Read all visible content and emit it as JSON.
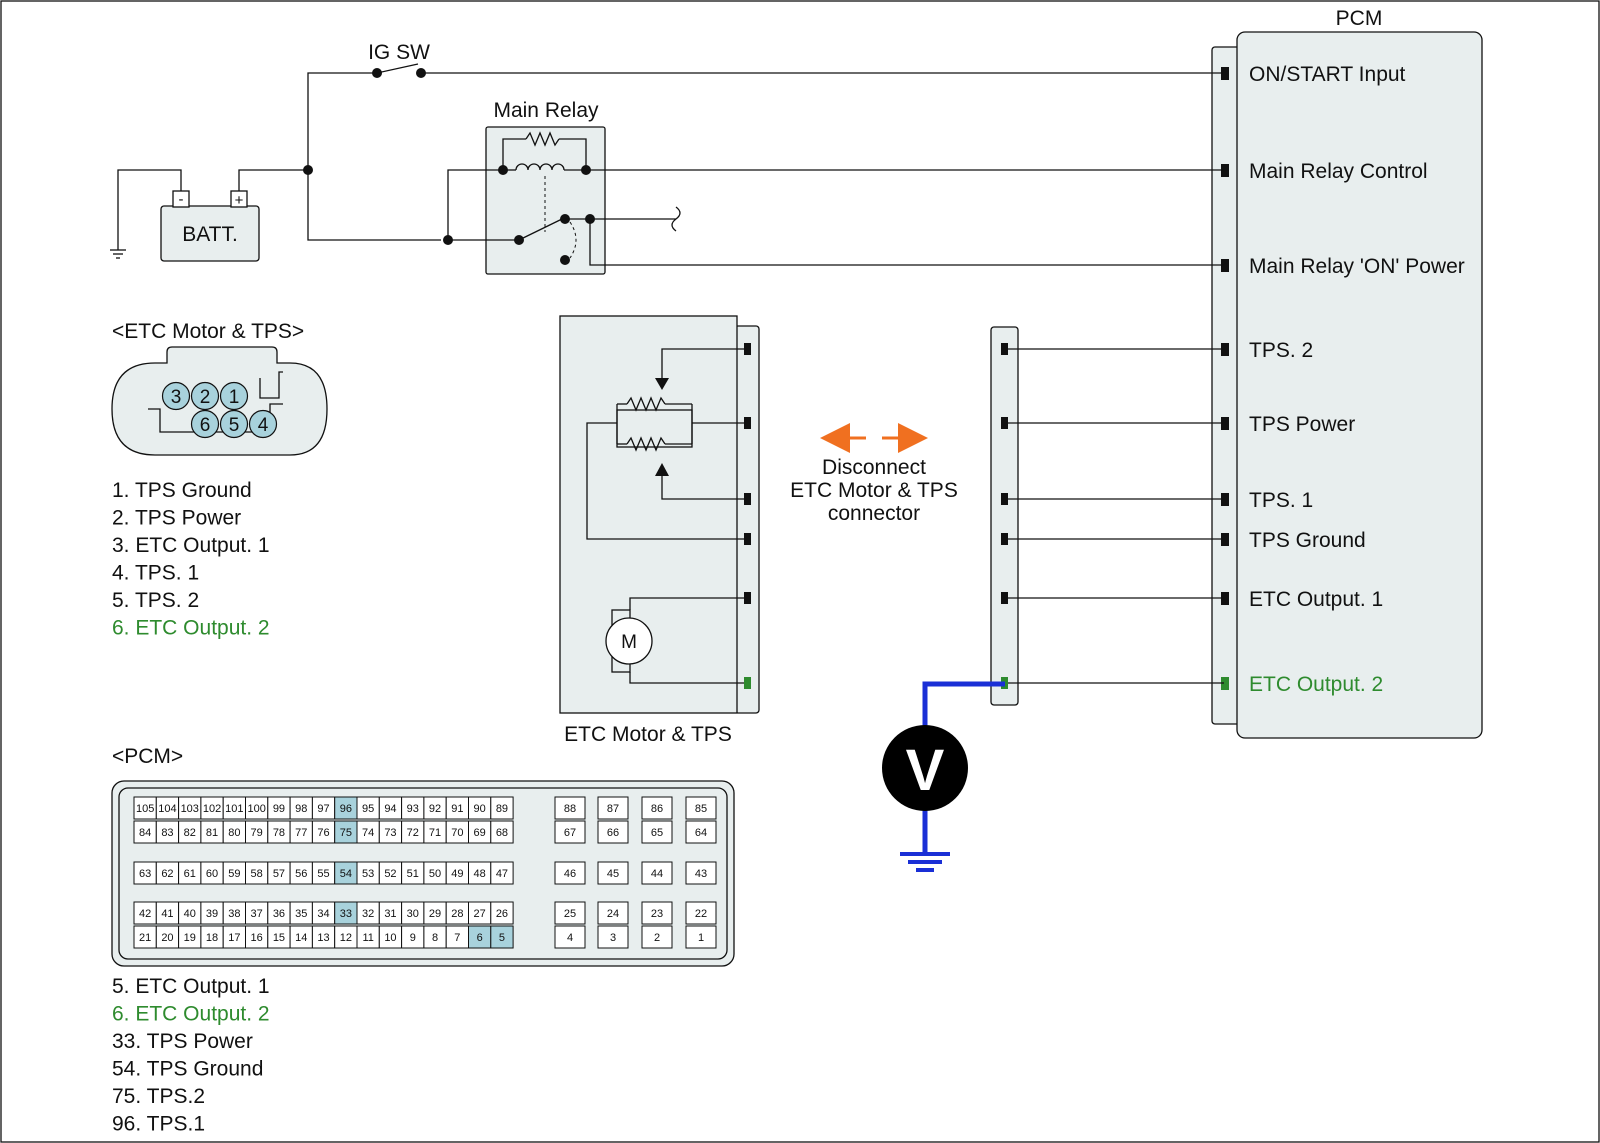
{
  "colors": {
    "background": "#ffffff",
    "panel_fill": "#e8eeee",
    "pin_highlight": "#a8d2dc",
    "highlight_text": "#2e8b2e",
    "arrow": "#f07020",
    "probe_wire": "#1a2fd6",
    "meter": "#000000"
  },
  "switch": {
    "label": "IG SW"
  },
  "relay": {
    "label": "Main Relay"
  },
  "battery": {
    "label": "BATT.",
    "neg": "-",
    "pos": "+"
  },
  "pcm": {
    "title": "PCM",
    "pins": [
      {
        "label": "ON/START Input",
        "highlight": false
      },
      {
        "label": "Main Relay Control",
        "highlight": false
      },
      {
        "label": "Main Relay 'ON' Power",
        "highlight": false
      },
      {
        "label": "TPS. 2",
        "highlight": false
      },
      {
        "label": "TPS Power",
        "highlight": false
      },
      {
        "label": "TPS. 1",
        "highlight": false
      },
      {
        "label": "TPS Ground",
        "highlight": false
      },
      {
        "label": "ETC Output. 1",
        "highlight": false
      },
      {
        "label": "ETC Output. 2",
        "highlight": true
      }
    ]
  },
  "etc_module": {
    "label": "ETC Motor & TPS",
    "motor": "M"
  },
  "disconnect": {
    "lines": [
      "Disconnect",
      "ETC Motor & TPS",
      "connector"
    ]
  },
  "meter": {
    "symbol": "V"
  },
  "etc_connector": {
    "title": "<ETC Motor & TPS>",
    "pins": [
      "3",
      "2",
      "1",
      "6",
      "5",
      "4"
    ],
    "legend": [
      {
        "text": "1. TPS Ground",
        "highlight": false
      },
      {
        "text": "2. TPS Power",
        "highlight": false
      },
      {
        "text": "3. ETC Output. 1",
        "highlight": false
      },
      {
        "text": "4. TPS. 1",
        "highlight": false
      },
      {
        "text": "5. TPS. 2",
        "highlight": false
      },
      {
        "text": "6. ETC Output. 2",
        "highlight": true
      }
    ]
  },
  "pcm_connector": {
    "title": "<PCM>",
    "rows": [
      [
        "105",
        "104",
        "103",
        "102",
        "101",
        "100",
        "99",
        "98",
        "97",
        "96",
        "95",
        "94",
        "93",
        "92",
        "91",
        "90",
        "89"
      ],
      [
        "84",
        "83",
        "82",
        "81",
        "80",
        "79",
        "78",
        "77",
        "76",
        "75",
        "74",
        "73",
        "72",
        "71",
        "70",
        "69",
        "68"
      ],
      [
        "63",
        "62",
        "61",
        "60",
        "59",
        "58",
        "57",
        "56",
        "55",
        "54",
        "53",
        "52",
        "51",
        "50",
        "49",
        "48",
        "47"
      ],
      [
        "42",
        "41",
        "40",
        "39",
        "38",
        "37",
        "36",
        "35",
        "34",
        "33",
        "32",
        "31",
        "30",
        "29",
        "28",
        "27",
        "26"
      ],
      [
        "21",
        "20",
        "19",
        "18",
        "17",
        "16",
        "15",
        "14",
        "13",
        "12",
        "11",
        "10",
        "9",
        "8",
        "7",
        "6",
        "5"
      ]
    ],
    "side_rows": [
      [
        "88",
        "87",
        "86",
        "85"
      ],
      [
        "67",
        "66",
        "65",
        "64"
      ],
      [
        "46",
        "45",
        "44",
        "43"
      ],
      [
        "25",
        "24",
        "23",
        "22"
      ],
      [
        "4",
        "3",
        "2",
        "1"
      ]
    ],
    "highlighted": [
      "96",
      "75",
      "54",
      "33",
      "6",
      "5"
    ],
    "legend": [
      {
        "text": "5. ETC Output. 1",
        "highlight": false
      },
      {
        "text": "6. ETC Output. 2",
        "highlight": true
      },
      {
        "text": "33. TPS Power",
        "highlight": false
      },
      {
        "text": "54. TPS Ground",
        "highlight": false
      },
      {
        "text": "75. TPS.2",
        "highlight": false
      },
      {
        "text": "96. TPS.1",
        "highlight": false
      }
    ]
  }
}
